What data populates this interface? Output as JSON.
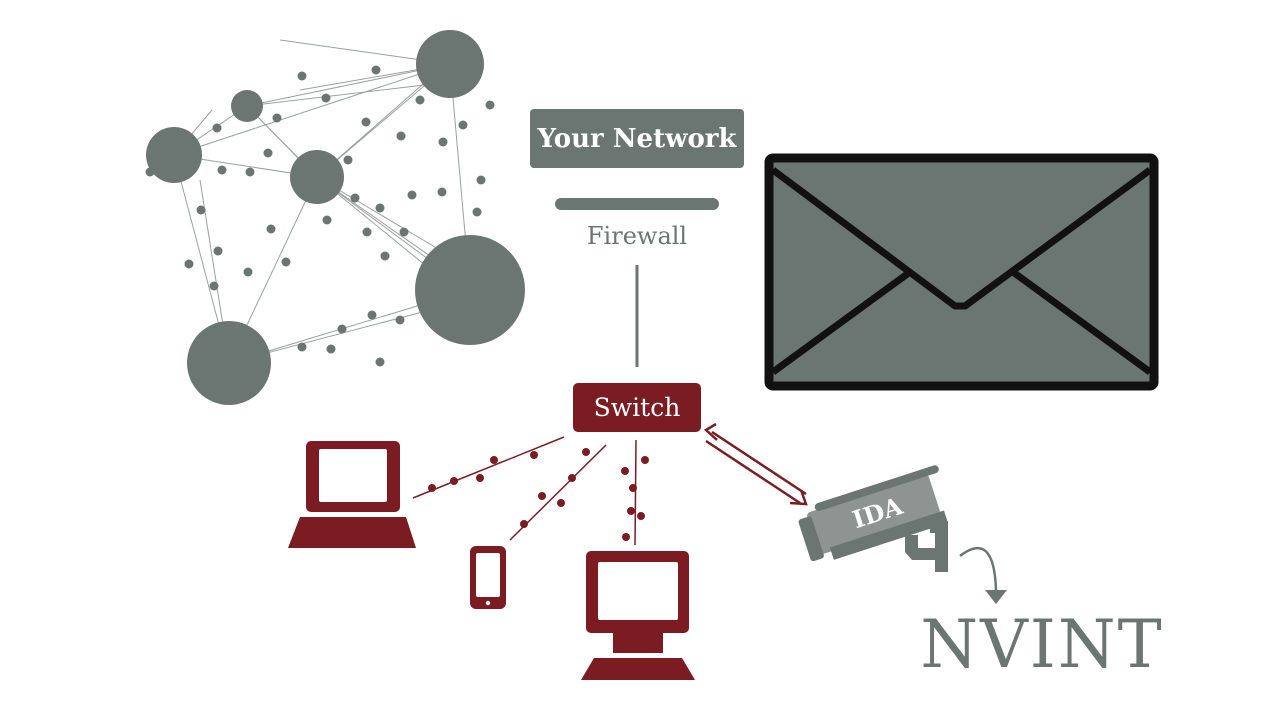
{
  "labels": {
    "your_network": "Your Network",
    "firewall": "Firewall",
    "switch": "Switch",
    "camera": "IDA",
    "brand": "NVINT"
  },
  "icons": {
    "network_graph": "network-graph-icon",
    "envelope": "envelope-icon",
    "laptop": "laptop-icon",
    "phone": "phone-icon",
    "desktop": "desktop-computer-icon",
    "camera": "security-camera-icon",
    "curved_arrow": "curved-arrow-icon",
    "bidirectional_arrow": "bidirectional-arrow-icon"
  },
  "colors": {
    "gray": "#6b7572",
    "light_gray": "#8d9491",
    "maroon": "#7a1c22",
    "black": "#111111",
    "white": "#ffffff"
  }
}
